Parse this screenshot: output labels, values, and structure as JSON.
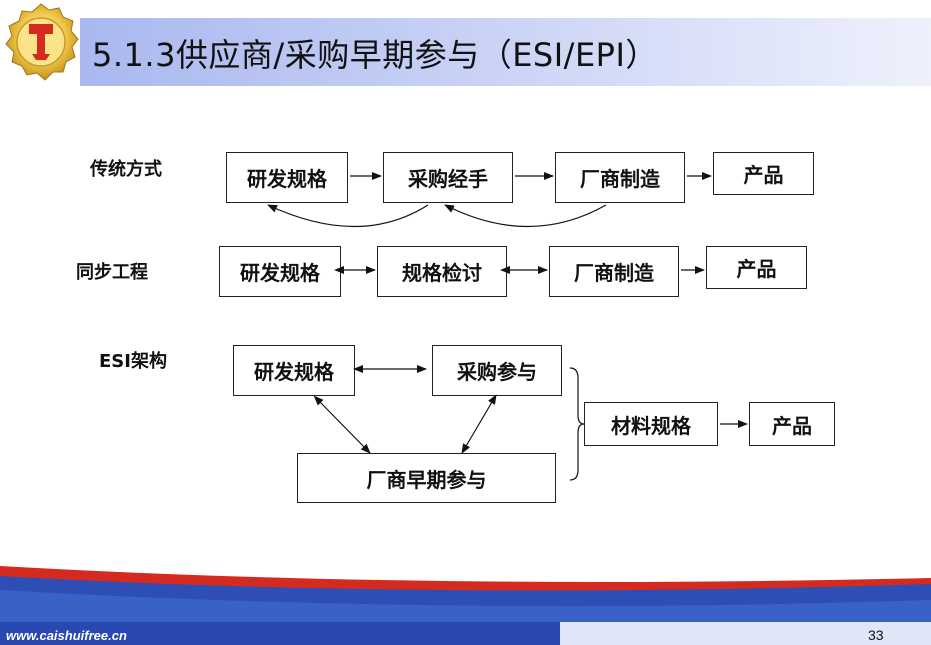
{
  "slide": {
    "title": "5.1.3供应商/采购早期参与（ESI/EPI）",
    "footer_url": "www.caishuifree.cn",
    "page_number": "33"
  },
  "traditional": {
    "label": "传统方式",
    "boxes": [
      "研发规格",
      "采购经手",
      "厂商制造",
      "产品"
    ]
  },
  "concurrent": {
    "label": "同步工程",
    "boxes": [
      "研发规格",
      "规格检讨",
      "厂商制造",
      "产品"
    ]
  },
  "esi": {
    "label": "ESI架构",
    "rd_spec": "研发规格",
    "purchasing": "采购参与",
    "supplier_early": "厂商早期参与",
    "material_spec": "材料规格",
    "product": "产品"
  },
  "colors": {
    "title_gradient_start": "#a9b8ef",
    "footer_blue": "#2d4fb5",
    "footer_red": "#d42a20"
  }
}
